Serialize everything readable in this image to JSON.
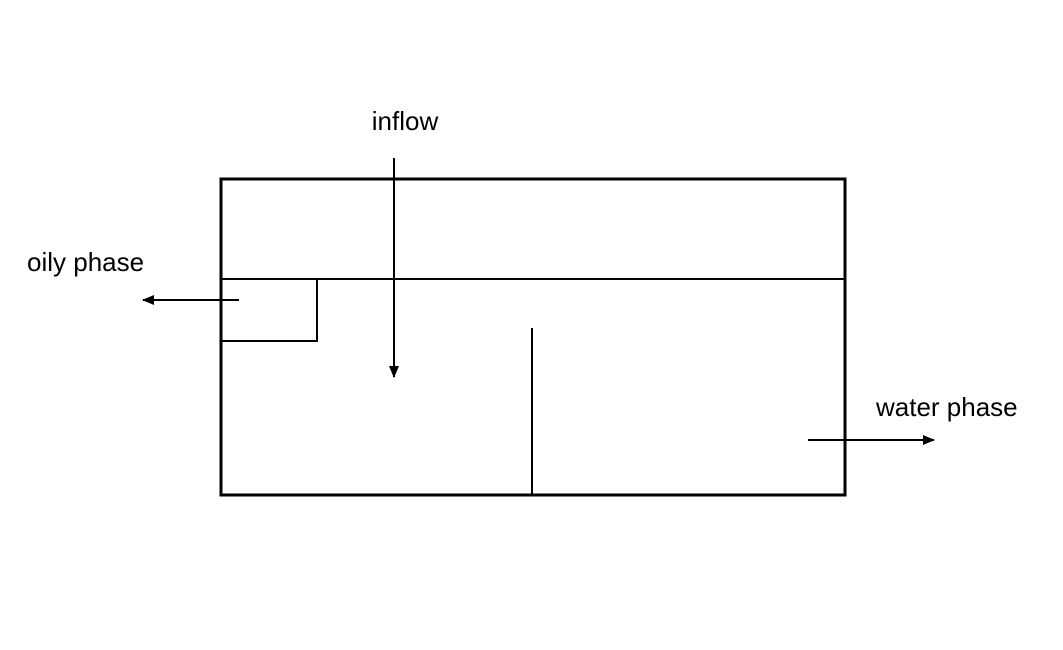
{
  "labels": {
    "inflow": "inflow",
    "oily_phase": "oily phase",
    "water_phase": "water phase"
  },
  "colors": {
    "stroke": "#000000",
    "background": "#ffffff"
  }
}
